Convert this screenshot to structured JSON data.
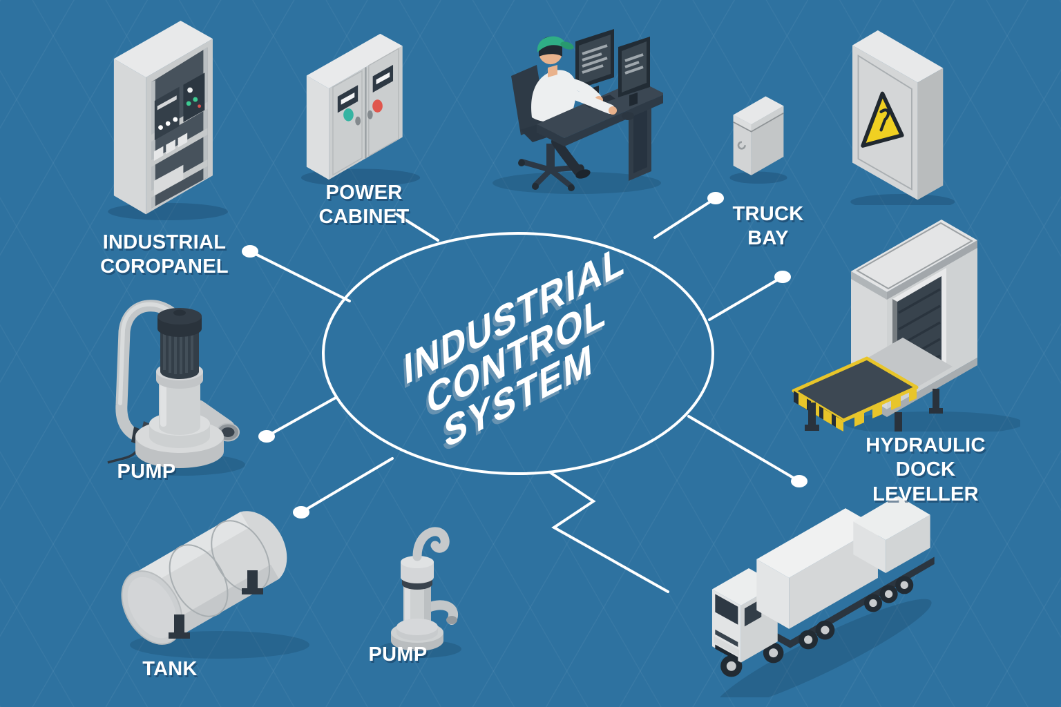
{
  "title": {
    "text": "INDUSTRIAL\nCONTROL\nSYSTEM"
  },
  "colors": {
    "background": "#2e72a0",
    "connector": "#ffffff",
    "label_text": "#ffffff",
    "cap_green": "#2fae85",
    "button_teal": "#35b4a2",
    "button_red": "#e0564d",
    "warning_yellow": "#f0d022",
    "hazard_yellow": "#e8c52a",
    "metal_light": "#d6d8d9",
    "metal_dark": "#333e48"
  },
  "nodes": [
    {
      "id": "industrial-coropanel",
      "label": "INDUSTRIAL\nCOROPANEL",
      "icon": "control-panel-cabinet-icon"
    },
    {
      "id": "power-cabinet",
      "label": "POWER\nCABINET",
      "icon": "power-cabinet-icon"
    },
    {
      "id": "operator-workstation",
      "label": "",
      "icon": "operator-workstation-icon"
    },
    {
      "id": "truck-bay",
      "label": "TRUCK\nBAY",
      "icon": "truck-bay-box-icon"
    },
    {
      "id": "warning-cabinet",
      "label": "",
      "icon": "electrical-warning-cabinet-icon"
    },
    {
      "id": "hydraulic-dock-leveller",
      "label": "HYDRAULIC\nDOCK\nLEVELLER",
      "icon": "dock-leveller-icon"
    },
    {
      "id": "pump-left",
      "label": "PUMP",
      "icon": "submersible-pump-icon"
    },
    {
      "id": "tank",
      "label": "TANK",
      "icon": "tank-icon"
    },
    {
      "id": "pump-bottom",
      "label": "PUMP",
      "icon": "hand-pump-icon"
    },
    {
      "id": "truck",
      "label": "",
      "icon": "truck-icon"
    }
  ]
}
